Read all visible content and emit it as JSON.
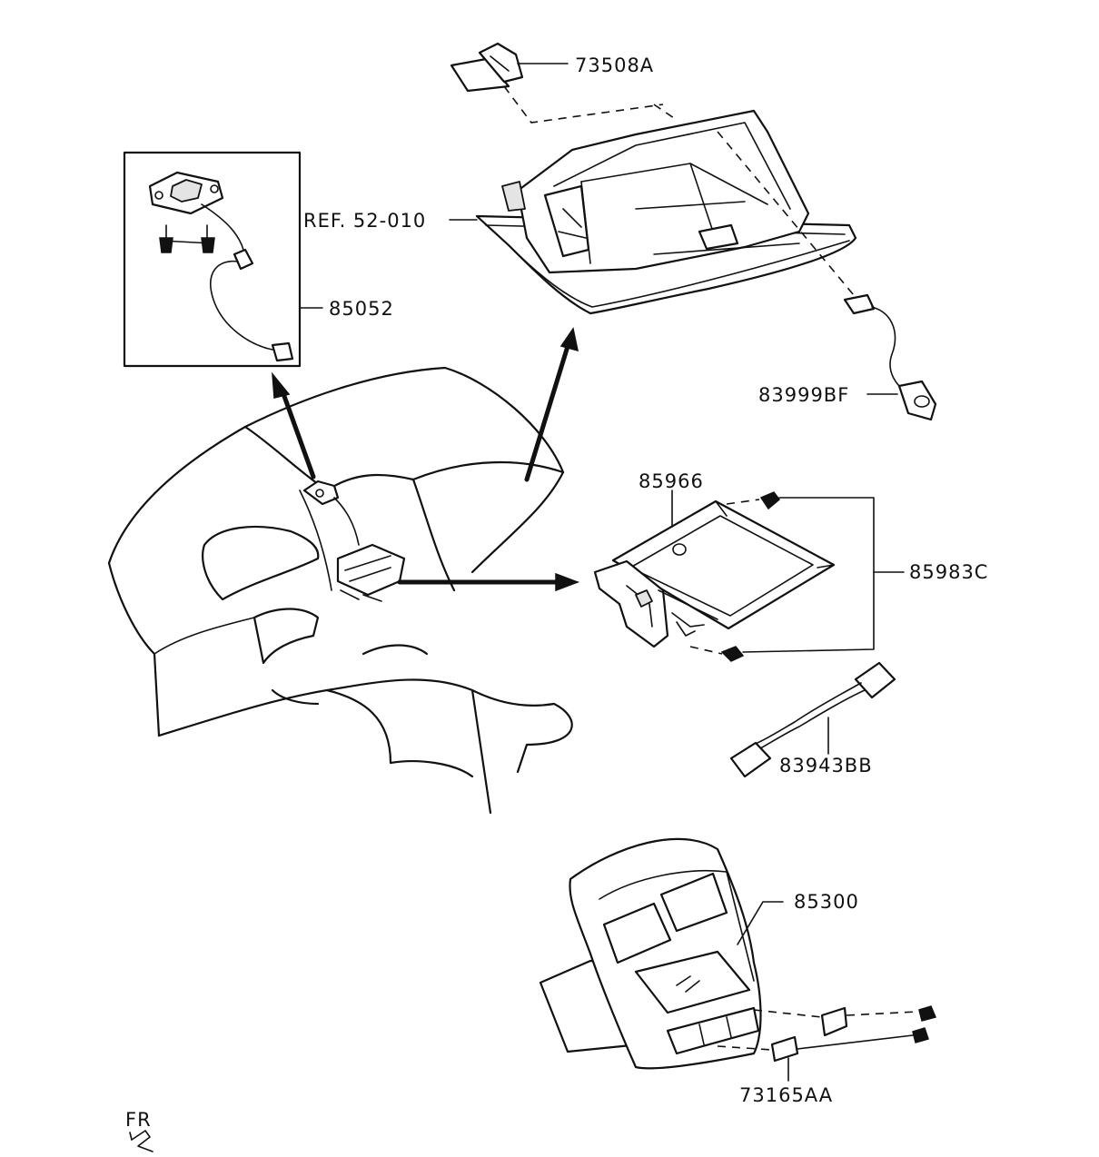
{
  "labels": {
    "part_73508A": "73508A",
    "ref_52_010": "REF. 52-010",
    "part_85052": "85052",
    "part_83999BF": "83999BF",
    "part_85966": "85966",
    "part_85983C": "85983C",
    "part_83943BB": "83943BB",
    "part_85300": "85300",
    "part_73165AA": "73165AA",
    "front_indicator": "FR"
  },
  "colors": {
    "line": "#111111",
    "background": "#ffffff"
  }
}
